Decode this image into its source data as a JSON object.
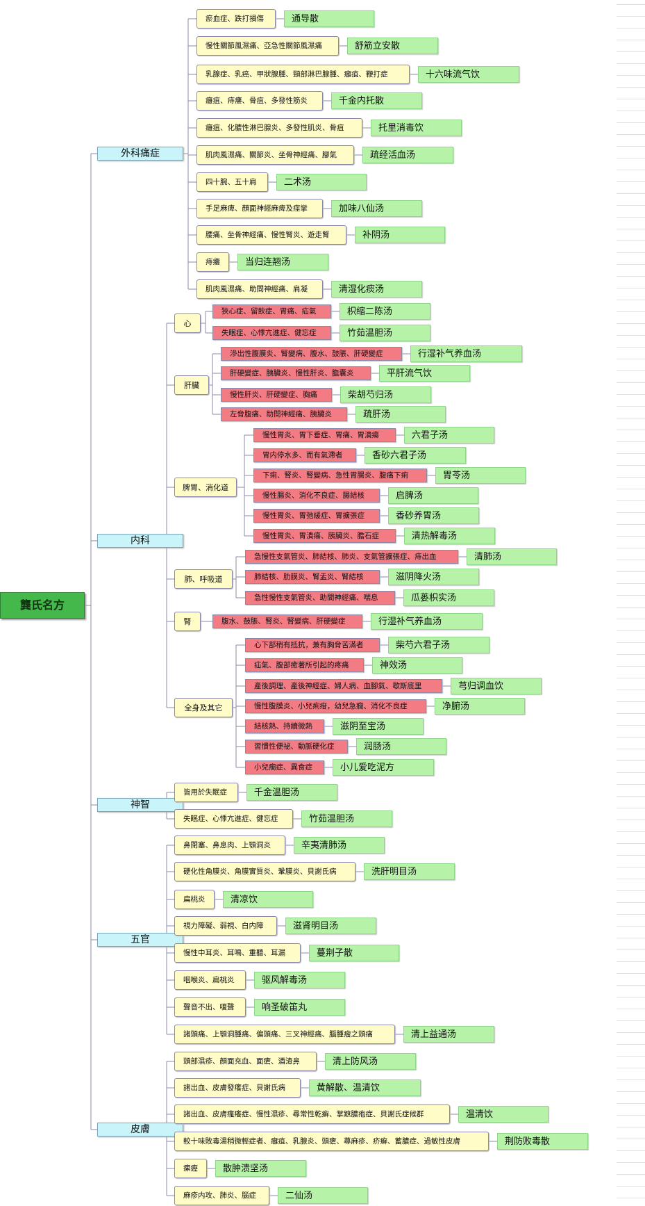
{
  "root": "龔氏名方",
  "categories": [
    {
      "label": "外科痛症",
      "items": [
        {
          "label": "瘀血症、跌打損傷",
          "formula": "通导散"
        },
        {
          "label": "慢性關節風濕痛、亞急性關節風濕痛",
          "formula": "舒筋立安散"
        },
        {
          "label": "乳腺症、乳癌、甲狀腺腫、頸部淋巴腺腫、癰疽、鞭打症",
          "formula": "十六味流气饮"
        },
        {
          "label": "癰疽、痔瘻、骨疽、多發性筋炎",
          "formula": "千金内托散"
        },
        {
          "label": "癰疽、化膿性淋巴腺炎、多發性肌炎、骨疽",
          "formula": "托里消毒饮"
        },
        {
          "label": "肌肉風濕痛、關節炎、坐骨神經痛、腳氣",
          "formula": "疏经活血汤"
        },
        {
          "label": "四十腕、五十肩",
          "formula": "二术汤"
        },
        {
          "label": "手足麻痺、顏面神經麻痺及痙攣",
          "formula": "加味八仙汤"
        },
        {
          "label": "腰痛、坐骨神經痛、慢性腎炎、遊走腎",
          "formula": "补阴汤"
        },
        {
          "label": "痔瘻",
          "formula": "当归连翘汤"
        },
        {
          "label": "肌肉風濕痛、助間神經痛、肩凝",
          "formula": "清湿化痰汤"
        }
      ]
    },
    {
      "label": "内科",
      "groups": [
        {
          "label": "心",
          "items": [
            {
              "label": "狹心症、留飲症、胃痛、疝氣",
              "formula": "枳缩二陈汤"
            },
            {
              "label": "失眠症、心悸亢進症、健忘症",
              "formula": "竹茹温胆汤"
            }
          ]
        },
        {
          "label": "肝臟",
          "items": [
            {
              "label": "滲出性腹膜炎、腎變病、腹水、鼓脹、肝硬變症",
              "formula": "行湿补气养血汤"
            },
            {
              "label": "肝硬變症、胰臟炎、慢性肝炎、膽囊炎",
              "formula": "平肝流气饮"
            },
            {
              "label": "慢性肝炎、肝硬變症、胸痛",
              "formula": "柴胡芍归汤"
            },
            {
              "label": "左脅腹痛、助間神經痛、胰臟炎",
              "formula": "疏肝汤"
            }
          ]
        },
        {
          "label": "脾胃、消化道",
          "items": [
            {
              "label": "慢性胃炎、胃下垂症、胃痛、胃潰瘍",
              "formula": "六君子汤"
            },
            {
              "label": "胃内停水多、而有氣滯者",
              "formula": "香砂六君子汤"
            },
            {
              "label": "下痢、腎炎、腎變病、急性胃腸炎、腹痛下痢",
              "formula": "胃苓汤"
            },
            {
              "label": "慢性腸炎、消化不良症、腸結核",
              "formula": "启脾汤"
            },
            {
              "label": "慢性胃炎、胃弛緩症、胃擴張症",
              "formula": "香砂养胃汤"
            },
            {
              "label": "慢性胃炎、胃潰瘍、胰臟炎、膽石症",
              "formula": "清热解毒汤"
            }
          ]
        },
        {
          "label": "肺、呼吸道",
          "items": [
            {
              "label": "急慢性支氣管炎、肺結核、肺炎、支氣管擴張症、痔出血",
              "formula": "清肺汤"
            },
            {
              "label": "肺結核、肋膜炎、腎盂炎、腎結核",
              "formula": "滋阴降火汤"
            },
            {
              "label": "急性慢性支氣管炎、助間神經痛、喘息",
              "formula": "瓜蒌枳实汤"
            }
          ]
        },
        {
          "label": "腎",
          "items": [
            {
              "label": "腹水、鼓脹、腎炎、腎變病、肝硬變症",
              "formula": "行湿补气养血汤"
            }
          ]
        },
        {
          "label": "全身及其它",
          "items": [
            {
              "label": "心下部稍有抵抗，兼有胸脅苦滿者",
              "formula": "柴芍六君子汤"
            },
            {
              "label": "疝氣、腹部癒著所引起的疼痛",
              "formula": "神效汤"
            },
            {
              "label": "產後調理、產後神經症、婦人病、血腳氣、歇斯底里",
              "formula": "芎归调血饮"
            },
            {
              "label": "慢性腹膜炎、小兒痢疳，幼兒急癇、消化不良症",
              "formula": "净腑汤"
            },
            {
              "label": "結核熱、持續微熱",
              "formula": "滋阴至宝汤"
            },
            {
              "label": "習慣性便祕、動脈硬化症",
              "formula": "润肠汤"
            },
            {
              "label": "小兒癇症、異食症",
              "formula": "小儿爱吃泥方"
            }
          ]
        }
      ]
    },
    {
      "label": "神智",
      "items": [
        {
          "label": "皆用於失眠症",
          "formula": "千金温胆汤"
        },
        {
          "label": "失眠症、心悸亢進症、健忘症",
          "formula": "竹茹温胆汤"
        }
      ]
    },
    {
      "label": "五官",
      "items": [
        {
          "label": "鼻閉塞、鼻息肉、上顎洞炎",
          "formula": "辛夷清肺汤"
        },
        {
          "label": "硬化性角膜炎、角膜實質炎、鞏膜炎、貝謝氏病",
          "formula": "洗肝明目汤"
        },
        {
          "label": "扁桃炎",
          "formula": "清凉饮"
        },
        {
          "label": "視力障礙、弱視、白内障",
          "formula": "滋肾明目汤"
        },
        {
          "label": "慢性中耳炎、耳鳴、重聽、耳漏",
          "formula": "蔓荆子散"
        },
        {
          "label": "咽喉炎、扁桃炎",
          "formula": "驱风解毒汤"
        },
        {
          "label": "聲音不出、嗄聲",
          "formula": "响圣破笛丸"
        },
        {
          "label": "諸頭痛、上顎洞腫痛、偏頭痛、三叉神經痛、腦腫瘤之頭痛",
          "formula": "清上益通汤"
        }
      ]
    },
    {
      "label": "皮膚",
      "items": [
        {
          "label": "頭部濕疹、顏面充血、面瘡、酒渣鼻",
          "formula": "清上防风汤"
        },
        {
          "label": "諸出血、皮膚發癢症、貝謝氏病",
          "formula": "黄解散、温清饮"
        },
        {
          "label": "諸出血、皮膚瘙癢症、慢性濕疹、尋常性乾癬、掌蹠膿疱症、貝謝氏症候群",
          "formula": "温清饮"
        },
        {
          "label": "較十味敗毒湯稍微輕症者、癰疽、乳腺炎、頭瘡、蕁麻疹、疥癬、蓄膿症、過敏性皮膚",
          "formula": "荆防败毒散"
        },
        {
          "label": "瘰癧",
          "formula": "散肿溃坚汤"
        },
        {
          "label": "麻疹内攻、肺炎、腦症",
          "formula": "二仙汤"
        }
      ]
    }
  ]
}
